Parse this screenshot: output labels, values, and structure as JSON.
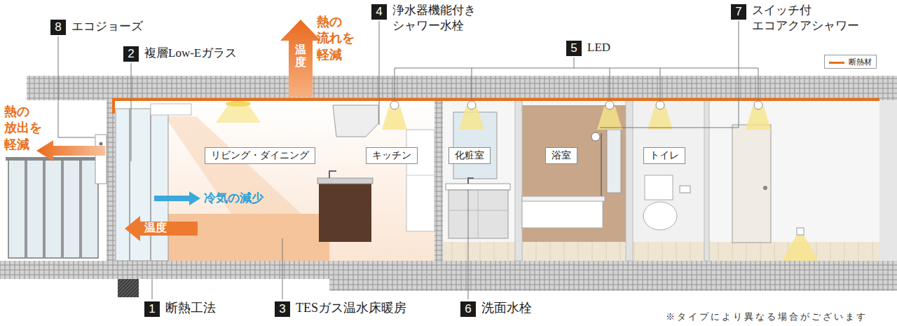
{
  "diagram": {
    "nodes": [
      {
        "text": [
          "リビング・ダイニング"
        ]
      },
      {
        "text": [
          "キッチン"
        ]
      },
      {
        "text": [
          "化粧室"
        ]
      },
      {
        "text": [
          "浴室"
        ]
      },
      {
        "text": [
          "トイレ"
        ]
      }
    ],
    "labels": [
      "8",
      "エコジョーズ",
      "2",
      "複層Low-Eガラス",
      "熱の 放出を 軽減",
      "温度",
      "熱の 流れを 軽減",
      "4",
      "浄水器機能付き シャワー水栓",
      "5",
      "LED",
      "7",
      "スイッチ付 エコアクアシャワー",
      "冷気の減少",
      "温度",
      "1",
      "断熱工法",
      "3",
      "TESガス温水床暖房",
      "6",
      "洗面水栓",
      "※タイプにより異なる場合がございます"
    ],
    "legend": [
      {
        "text": "断熱材"
      }
    ]
  }
}
